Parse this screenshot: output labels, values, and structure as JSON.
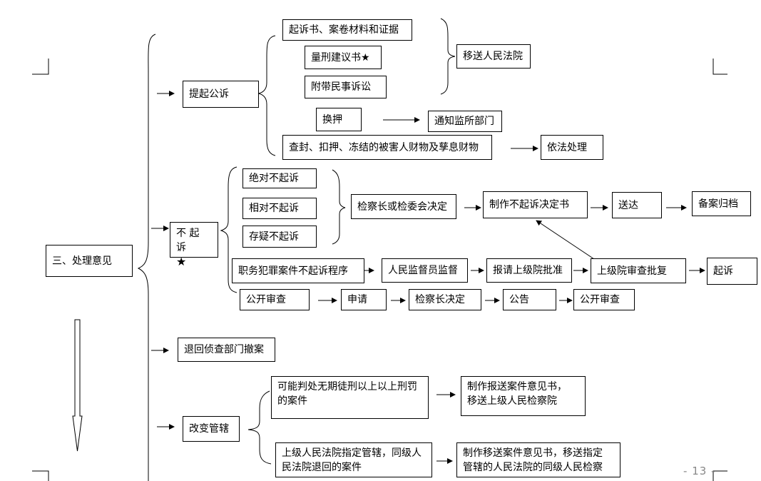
{
  "page_number": "13",
  "root": {
    "label": "三、处理意见"
  },
  "prosecute": {
    "label": "提起公诉",
    "docs": [
      "起诉书、案卷材料和证据",
      "量刑建议书★",
      "附带民事诉讼"
    ],
    "docs_target": "移送人民法院",
    "custody": "换押",
    "custody_target": "通知监所部门",
    "property": "查封、扣押、冻结的被害人财物及孳息财物",
    "property_target": "依法处理"
  },
  "no_prosecute": {
    "label_line1": "不 起 诉",
    "label_line2": "★",
    "types": [
      "绝对不起诉",
      "相对不起诉",
      "存疑不起诉"
    ],
    "decision": "检察长或检委会决定",
    "flow": [
      "制作不起诉决定书",
      "送达",
      "备案归档"
    ],
    "duty_flow": [
      "职务犯罪案件不起诉程序",
      "人民监督员监督",
      "报请上级院批准",
      "上级院审查批复",
      "起诉"
    ],
    "review_flow": [
      "公开审查",
      "申请",
      "检察长决定",
      "公告",
      "公开审查"
    ]
  },
  "return_case": {
    "label": "退回侦查部门撤案"
  },
  "change_jurisdiction": {
    "label": "改变管辖",
    "case_a": [
      "可能判处无期徒刑以上以上刑罚",
      "的案件"
    ],
    "result_a": [
      "制作报送案件意见书，",
      "移送上级人民检察院"
    ],
    "case_b": [
      "上级人民法院指定管辖，同级人",
      "民法院退回的案件"
    ],
    "result_b": [
      "制作移送案件意见书，移送指定",
      "管辖的人民法院的同级人民检察"
    ]
  }
}
